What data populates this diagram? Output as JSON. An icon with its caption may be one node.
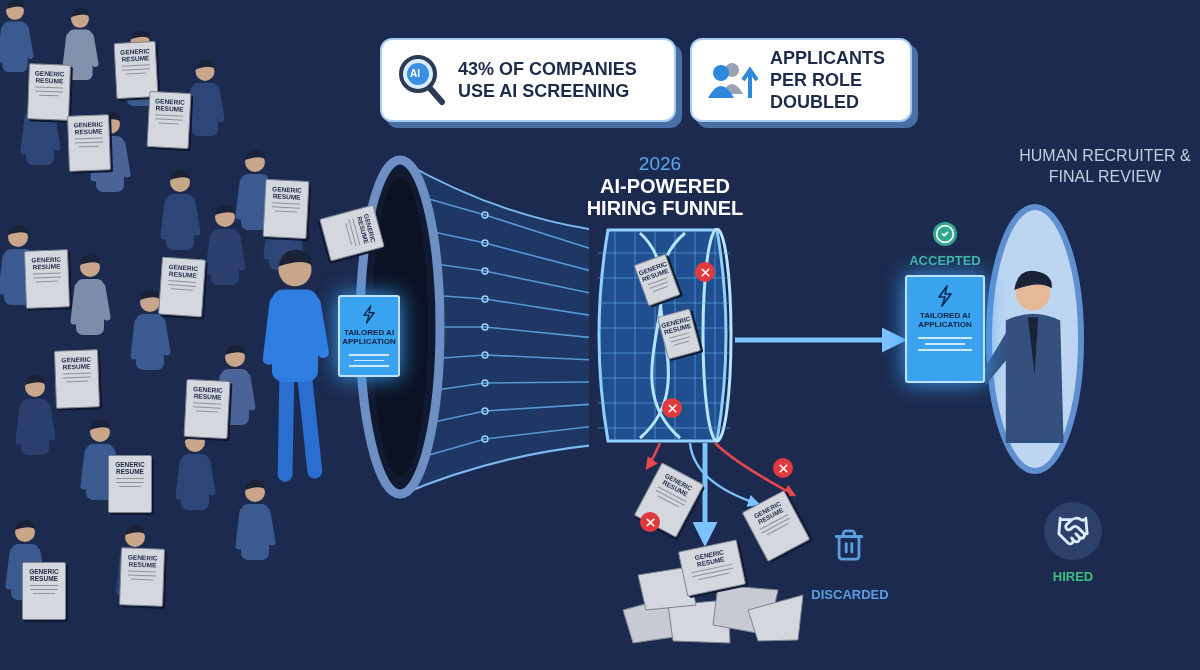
{
  "diagram": {
    "nodes": [
      {
        "text": [
          "**43%** OF COMPANIES USE AI SCREENING"
        ]
      },
      {
        "text": [
          "APPLICANTS PER ROLE **DOUBLED**"
        ]
      },
      {
        "text": [],
        "shape": "cylinder"
      },
      {
        "text": [
          "TAILORED AI APPLICATION"
        ]
      },
      {
        "text": [
          "TAILORED AI APPLICATION"
        ],
        "beside": [
          "ACCEPTED"
        ]
      },
      {
        "text": [
          "HUMAN RECRUITER & FINAL REVIEW"
        ]
      },
      {
        "text": [
          "GENERIC RESUME"
        ]
      },
      {
        "text": [
          "GENERIC RESUME"
        ]
      },
      {
        "text": [
          "GENERIC RESUME"
        ]
      },
      {
        "text": [
          "GENERIC RESUME"
        ]
      },
      {
        "text": [
          "GENERIC RESUME"
        ]
      },
      {
        "text": [
          "GENERIC RESUME"
        ]
      },
      {
        "text": [
          "GENERIC RESUME"
        ]
      },
      {
        "text": [
          "GENERIC RESUME"
        ]
      },
      {
        "text": [
          "GENERIC RESUME"
        ]
      },
      {
        "text": [
          "GENERIC RESUME"
        ]
      },
      {
        "text": [
          "GENERIC RESUME"
        ]
      },
      {
        "text": [
          "GENERIC RESUME"
        ]
      },
      {
        "text": [
          "GENERIC RESUME"
        ]
      },
      {
        "text": [
          "GENERIC RESUME"
        ],
        "in": 2
      },
      {
        "text": [
          "GENERIC RESUME"
        ],
        "in": 2
      },
      {
        "text": [
          "GENERIC RESUME"
        ]
      },
      {
        "text": [
          "GENERIC RESUME"
        ]
      },
      {
        "text": [
          "GENERIC RESUME"
        ]
      }
    ],
    "edges": [
      {
        "from": 2,
        "to": 4,
        "arrow": "to",
        "style": "thick"
      },
      {
        "from": 2,
        "to": 21,
        "arrow": "to",
        "color": "#e5484d"
      },
      {
        "from": 2,
        "to": 22,
        "arrow": "to",
        "color": "#e5484d"
      },
      {
        "from": 2,
        "to": 22,
        "arrow": "to"
      },
      {
        "from": 2,
        "to": 23,
        "arrow": "to",
        "style": "thick"
      }
    ],
    "labels": [
      "AI",
      "2026",
      "AI-POWERED HIRING FUNNEL",
      "DISCARDED",
      "HIRED"
    ]
  }
}
